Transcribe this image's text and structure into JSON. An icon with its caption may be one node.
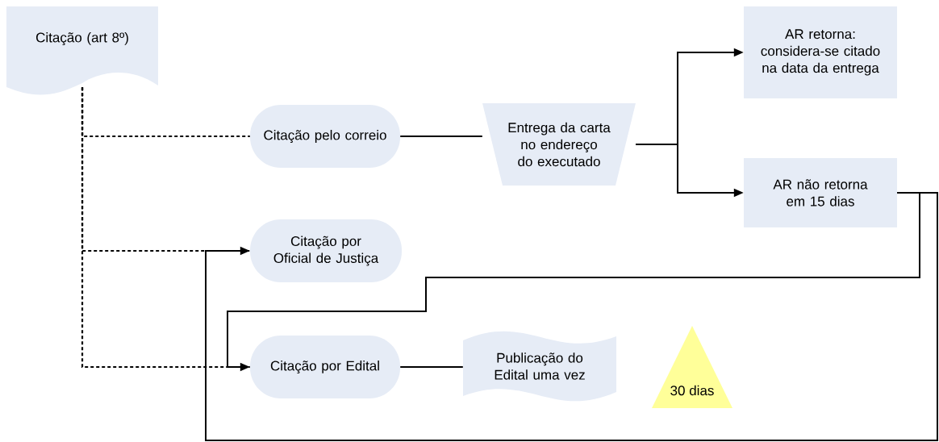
{
  "diagram": {
    "nodes": [
      {
        "text": [
          "Citação (art 8º)"
        ]
      },
      {
        "text": [
          "Citação pelo correio"
        ]
      },
      {
        "text": [
          "Entrega da carta no endereço do executado"
        ]
      },
      {
        "text": [
          "AR retorna: considera-se citado na data da entrega"
        ]
      },
      {
        "text": [
          "AR não retorna em 15 dias"
        ]
      },
      {
        "text": [
          "Citação por Oficial de Justiça"
        ]
      },
      {
        "text": [
          "Citação por Edital"
        ]
      },
      {
        "text": [
          "Publicação do Edital uma vez"
        ]
      },
      {
        "text": [
          "30 dias"
        ]
      }
    ],
    "edges": [
      {
        "from": 0,
        "to": 1,
        "arrow": "none",
        "style": "dashed"
      },
      {
        "from": 0,
        "to": 5,
        "arrow": "none",
        "style": "dashed"
      },
      {
        "from": 0,
        "to": 6,
        "arrow": "none",
        "style": "dashed"
      },
      {
        "from": 1,
        "to": 2,
        "arrow": "none"
      },
      {
        "from": 2,
        "to": 3,
        "arrow": "to"
      },
      {
        "from": 2,
        "to": 4,
        "arrow": "to"
      },
      {
        "from": 4,
        "to": 6,
        "arrow": "to"
      },
      {
        "from": 4,
        "to": 5,
        "arrow": "to"
      },
      {
        "from": 6,
        "to": 7,
        "arrow": "none"
      }
    ]
  }
}
